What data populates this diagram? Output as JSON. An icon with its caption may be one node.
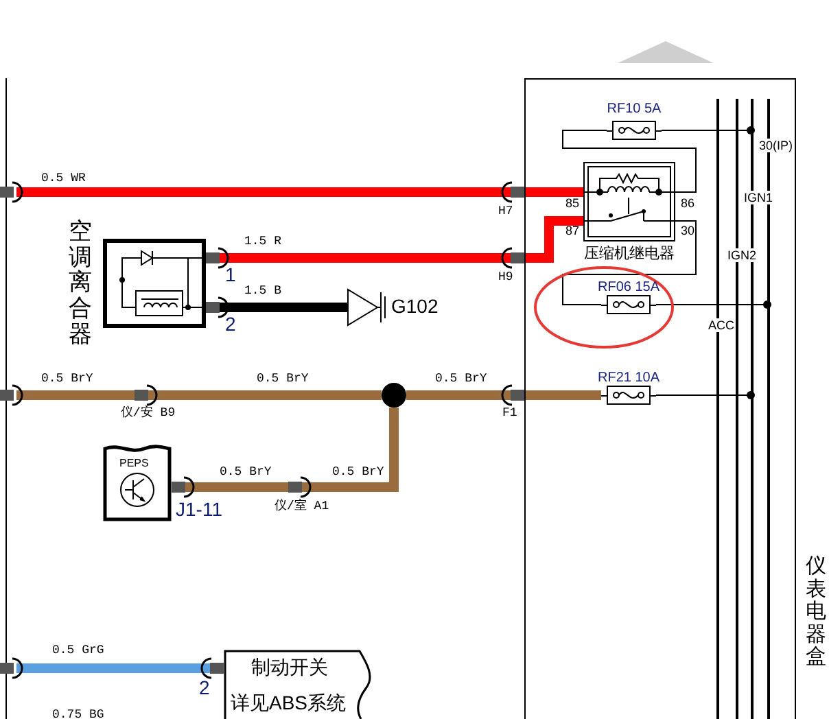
{
  "diagram": {
    "nodes": [
      {
        "text": [
          "仪表电器盒"
        ]
      },
      {
        "text": [
          "RF10 5A"
        ],
        "in": 0
      },
      {
        "text": [
          "压缩机继电器"
        ],
        "in": 0,
        "beside": [
          "85",
          "86",
          "87",
          "30"
        ]
      },
      {
        "text": [
          "RF06 15A"
        ],
        "in": 0
      },
      {
        "text": [
          "RF21 10A"
        ],
        "in": 0
      },
      {
        "text": [],
        "shape": "bar",
        "in": 0
      },
      {
        "text": [],
        "shape": "bar",
        "in": 0
      },
      {
        "text": [],
        "shape": "bar",
        "in": 0
      },
      {
        "text": [],
        "shape": "bar",
        "in": 0
      },
      {
        "text": [
          "空调离合器"
        ],
        "beside": [
          "1",
          "2"
        ]
      },
      {
        "text": [
          "G102"
        ]
      },
      {
        "text": [],
        "shape": "circle"
      },
      {
        "text": [
          "PEPS"
        ],
        "beside": [
          "J1-11"
        ]
      },
      {
        "text": [
          "制动开关",
          "详见ABS系统"
        ],
        "beside": [
          "2"
        ]
      }
    ],
    "edges": [
      {
        "from": null,
        "to": 2,
        "arrow": "none",
        "label": "0.5 WR",
        "color": "#ff0000"
      },
      {
        "from": 9,
        "to": 2,
        "arrow": "none",
        "label": "1.5 R",
        "color": "#ff0000"
      },
      {
        "from": 9,
        "to": 10,
        "arrow": "none",
        "label": "1.5 B"
      },
      {
        "from": 2,
        "to": 3,
        "arrow": "none"
      },
      {
        "from": 3,
        "to": 8,
        "arrow": "other"
      },
      {
        "from": 1,
        "to": 7,
        "arrow": "other"
      },
      {
        "from": 1,
        "to": 2,
        "arrow": "none"
      },
      {
        "from": null,
        "to": 11,
        "arrow": "none",
        "label": "0.5 BrY",
        "color": "#9a6b3c"
      },
      {
        "from": 11,
        "to": 4,
        "arrow": "none",
        "label": "0.5 BrY",
        "color": "#9a6b3c"
      },
      {
        "from": 12,
        "to": 11,
        "arrow": "none",
        "label": "0.5 BrY",
        "color": "#9a6b3c"
      },
      {
        "from": 4,
        "to": 7,
        "arrow": "other"
      },
      {
        "from": null,
        "to": 13,
        "arrow": "none",
        "label": "0.5 GrG",
        "color": "#5aa0e0"
      }
    ],
    "labels": [
      "30(IP)",
      "IGN1",
      "IGN2",
      "ACC",
      "H7",
      "H9",
      "0.5 BrY",
      "仪/安 B9",
      "F1",
      "0.5 BrY",
      "仪/室 A1",
      "0.75 BG"
    ]
  }
}
